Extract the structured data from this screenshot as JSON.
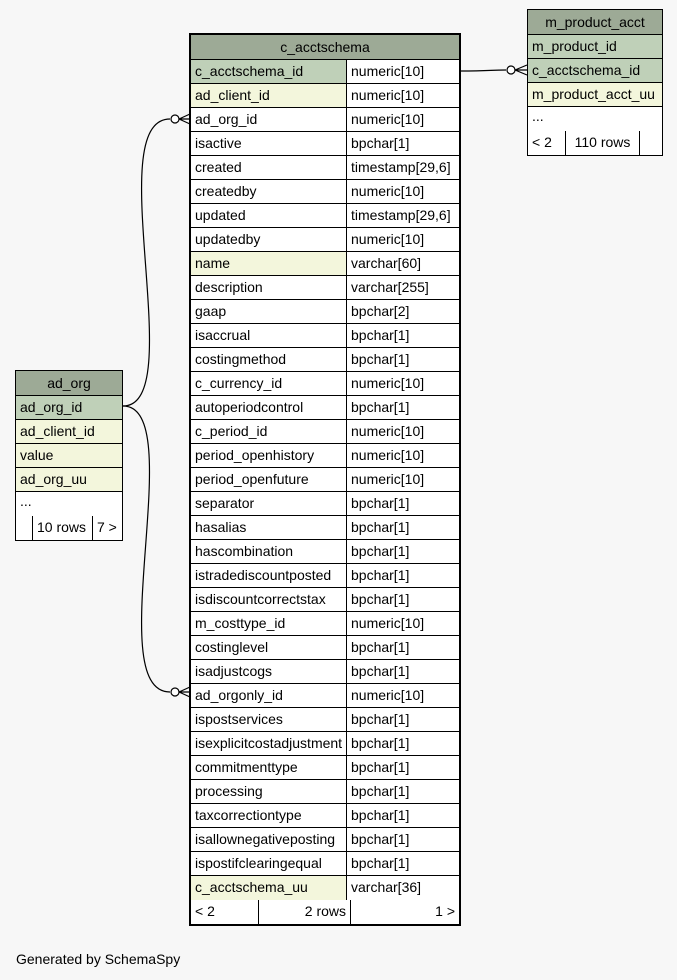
{
  "tables": {
    "c_acctschema": {
      "name": "c_acctschema",
      "columns": [
        {
          "name": "c_acctschema_id",
          "type": "numeric[10]",
          "key": "pk"
        },
        {
          "name": "ad_client_id",
          "type": "numeric[10]",
          "key": "idx"
        },
        {
          "name": "ad_org_id",
          "type": "numeric[10]",
          "key": ""
        },
        {
          "name": "isactive",
          "type": "bpchar[1]",
          "key": ""
        },
        {
          "name": "created",
          "type": "timestamp[29,6]",
          "key": ""
        },
        {
          "name": "createdby",
          "type": "numeric[10]",
          "key": ""
        },
        {
          "name": "updated",
          "type": "timestamp[29,6]",
          "key": ""
        },
        {
          "name": "updatedby",
          "type": "numeric[10]",
          "key": ""
        },
        {
          "name": "name",
          "type": "varchar[60]",
          "key": "idx"
        },
        {
          "name": "description",
          "type": "varchar[255]",
          "key": ""
        },
        {
          "name": "gaap",
          "type": "bpchar[2]",
          "key": ""
        },
        {
          "name": "isaccrual",
          "type": "bpchar[1]",
          "key": ""
        },
        {
          "name": "costingmethod",
          "type": "bpchar[1]",
          "key": ""
        },
        {
          "name": "c_currency_id",
          "type": "numeric[10]",
          "key": ""
        },
        {
          "name": "autoperiodcontrol",
          "type": "bpchar[1]",
          "key": ""
        },
        {
          "name": "c_period_id",
          "type": "numeric[10]",
          "key": ""
        },
        {
          "name": "period_openhistory",
          "type": "numeric[10]",
          "key": ""
        },
        {
          "name": "period_openfuture",
          "type": "numeric[10]",
          "key": ""
        },
        {
          "name": "separator",
          "type": "bpchar[1]",
          "key": ""
        },
        {
          "name": "hasalias",
          "type": "bpchar[1]",
          "key": ""
        },
        {
          "name": "hascombination",
          "type": "bpchar[1]",
          "key": ""
        },
        {
          "name": "istradediscountposted",
          "type": "bpchar[1]",
          "key": ""
        },
        {
          "name": "isdiscountcorrectstax",
          "type": "bpchar[1]",
          "key": ""
        },
        {
          "name": "m_costtype_id",
          "type": "numeric[10]",
          "key": ""
        },
        {
          "name": "costinglevel",
          "type": "bpchar[1]",
          "key": ""
        },
        {
          "name": "isadjustcogs",
          "type": "bpchar[1]",
          "key": ""
        },
        {
          "name": "ad_orgonly_id",
          "type": "numeric[10]",
          "key": ""
        },
        {
          "name": "ispostservices",
          "type": "bpchar[1]",
          "key": ""
        },
        {
          "name": "isexplicitcostadjustment",
          "type": "bpchar[1]",
          "key": ""
        },
        {
          "name": "commitmenttype",
          "type": "bpchar[1]",
          "key": ""
        },
        {
          "name": "processing",
          "type": "bpchar[1]",
          "key": ""
        },
        {
          "name": "taxcorrectiontype",
          "type": "bpchar[1]",
          "key": ""
        },
        {
          "name": "isallownegativeposting",
          "type": "bpchar[1]",
          "key": ""
        },
        {
          "name": "ispostifclearingequal",
          "type": "bpchar[1]",
          "key": ""
        },
        {
          "name": "c_acctschema_uu",
          "type": "varchar[36]",
          "key": "idx"
        }
      ],
      "footer": {
        "parents": "< 2",
        "rows": "2 rows",
        "children": "1 >"
      }
    },
    "ad_org": {
      "name": "ad_org",
      "columns": [
        {
          "name": "ad_org_id",
          "key": "pk"
        },
        {
          "name": "ad_client_id",
          "key": "idx"
        },
        {
          "name": "value",
          "key": "idx"
        },
        {
          "name": "ad_org_uu",
          "key": "idx"
        },
        {
          "name": "...",
          "key": ""
        }
      ],
      "footer": {
        "parents": "",
        "rows": "10 rows",
        "children": "7 >"
      }
    },
    "m_product_acct": {
      "name": "m_product_acct",
      "columns": [
        {
          "name": "m_product_id",
          "key": "pk"
        },
        {
          "name": "c_acctschema_id",
          "key": "pk"
        },
        {
          "name": "m_product_acct_uu",
          "key": "idx"
        },
        {
          "name": "...",
          "key": ""
        }
      ],
      "footer": {
        "parents": "< 2",
        "rows": "110 rows",
        "children": ""
      }
    }
  },
  "generated_by": "Generated by SchemaSpy"
}
